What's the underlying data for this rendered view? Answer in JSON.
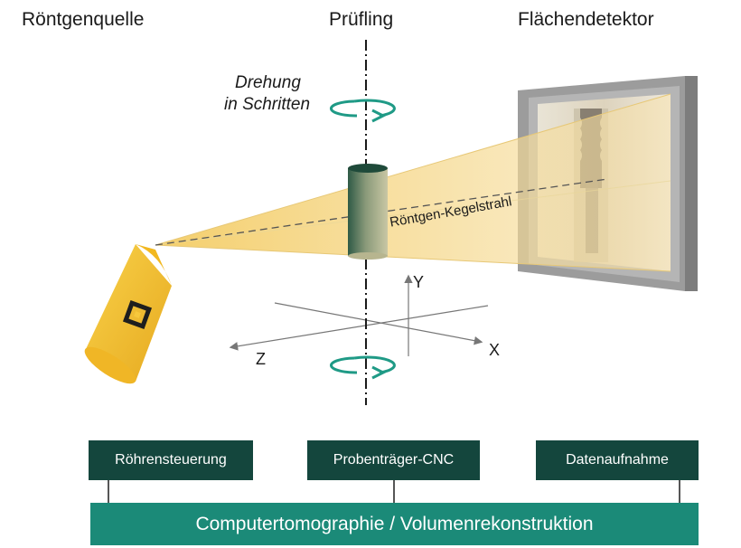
{
  "headers": {
    "source": "Röntgenquelle",
    "specimen": "Prüfling",
    "detector": "Flächendetektor"
  },
  "rotation": {
    "line1": "Drehung",
    "line2": "in Schritten"
  },
  "beam_label": "Röntgen-Kegelstrahl",
  "axes": {
    "x": "X",
    "y": "Y",
    "z": "Z"
  },
  "controls": {
    "tube": "Röhrensteuerung",
    "stage": "Probenträger-CNC",
    "acquisition": "Datenaufnahme"
  },
  "bottom_bar": "Computertomographie / Volumenrekonstruktion",
  "colors": {
    "teal_dark": "#14463d",
    "teal": "#1b8a78",
    "arrow_teal": "#1f9a86",
    "beam": "#f3d78a",
    "source": "#f6c230"
  }
}
